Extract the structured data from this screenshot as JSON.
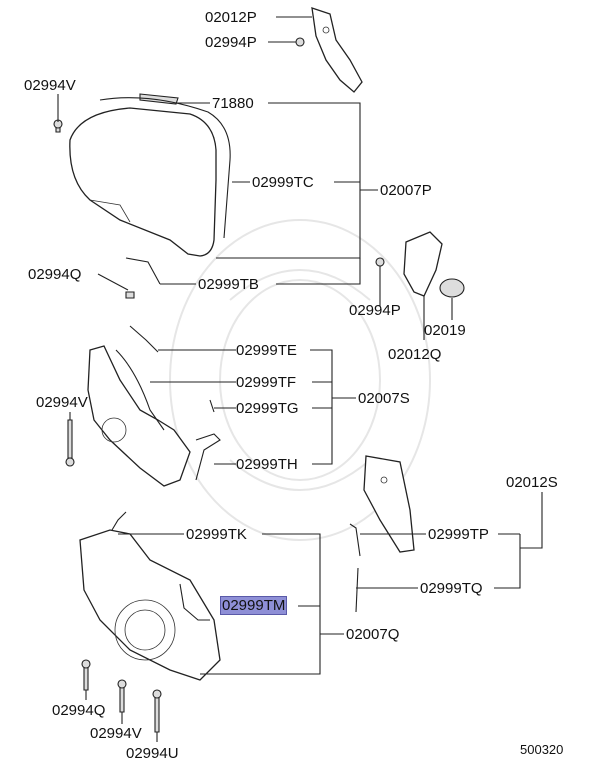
{
  "diagram_code": "500320",
  "labels": {
    "02012P": "02012P",
    "02994P_top": "02994P",
    "02994V_top": "02994V",
    "71880": "71880",
    "02999TC": "02999TC",
    "02007P": "02007P",
    "02994Q_top": "02994Q",
    "02999TB": "02999TB",
    "02994P_mid": "02994P",
    "02019": "02019",
    "02012Q": "02012Q",
    "02999TE": "02999TE",
    "02999TF": "02999TF",
    "02994V_mid": "02994V",
    "02999TG": "02999TG",
    "02007S": "02007S",
    "02999TH": "02999TH",
    "02012S": "02012S",
    "02999TK": "02999TK",
    "02999TP": "02999TP",
    "02999TM": "02999TM",
    "02999TQ": "02999TQ",
    "02007Q": "02007Q",
    "02994Q_bot": "02994Q",
    "02994V_bot": "02994V",
    "02994U": "02994U"
  },
  "highlighted_part": "02999TM",
  "colors": {
    "highlight": "#8e8fd6",
    "line": "#222222"
  }
}
